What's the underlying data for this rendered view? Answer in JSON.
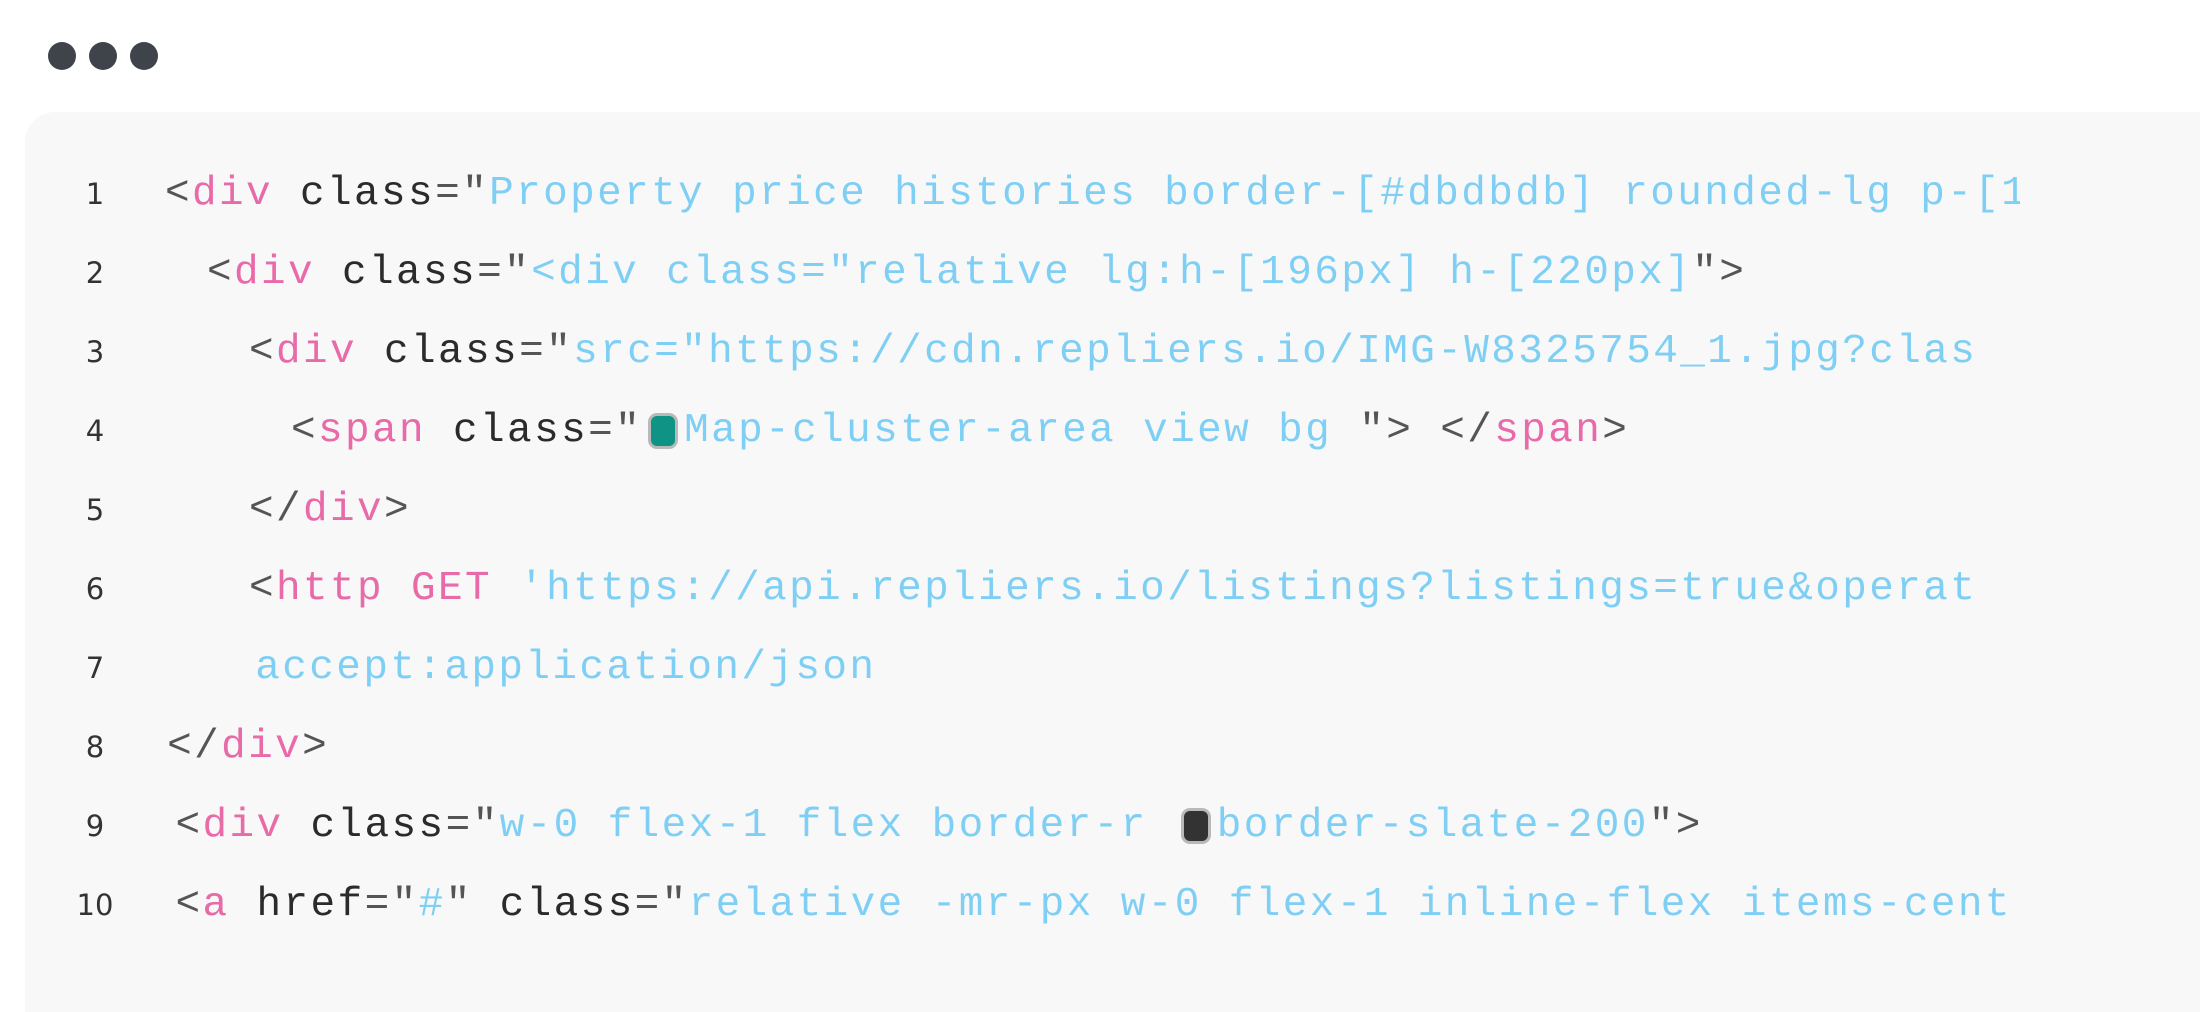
{
  "window": {
    "controls": [
      "dot",
      "dot",
      "dot"
    ]
  },
  "colors": {
    "tag": "#e86aa8",
    "string": "#7fcff5",
    "attr": "#2b2b2b",
    "punct": "#555555",
    "background": "#f8f8f8"
  },
  "code": {
    "lines": [
      {
        "number": "1",
        "indent": 0,
        "tokens": [
          {
            "type": "p",
            "text": "<"
          },
          {
            "type": "t",
            "text": "div"
          },
          {
            "type": "a",
            "text": " class"
          },
          {
            "type": "p",
            "text": "=\""
          },
          {
            "type": "s",
            "text": "Property price histories border-[#dbdbdb] rounded-lg p-[1"
          }
        ]
      },
      {
        "number": "2",
        "indent": 2,
        "tokens": [
          {
            "type": "p",
            "text": "<"
          },
          {
            "type": "t",
            "text": "div"
          },
          {
            "type": "a",
            "text": " class"
          },
          {
            "type": "p",
            "text": "=\""
          },
          {
            "type": "s",
            "text": "<div class=\"relative lg:h-[196px] h-[220px]"
          },
          {
            "type": "p",
            "text": "\">"
          }
        ]
      },
      {
        "number": "3",
        "indent": 4,
        "tokens": [
          {
            "type": "p",
            "text": "<"
          },
          {
            "type": "t",
            "text": "div"
          },
          {
            "type": "a",
            "text": " class"
          },
          {
            "type": "p",
            "text": "=\""
          },
          {
            "type": "s",
            "text": "src=\"https://cdn.repliers.io/IMG-W8325754_1.jpg?clas"
          }
        ]
      },
      {
        "number": "4",
        "indent": 6,
        "tokens": [
          {
            "type": "p",
            "text": "<"
          },
          {
            "type": "t",
            "text": "span"
          },
          {
            "type": "a",
            "text": " class"
          },
          {
            "type": "p",
            "text": "=\""
          },
          {
            "type": "sw",
            "color": "#0f9384"
          },
          {
            "type": "s",
            "text": "Map-cluster-area view bg "
          },
          {
            "type": "p",
            "text": "\"> </"
          },
          {
            "type": "t",
            "text": "span"
          },
          {
            "type": "p",
            "text": ">"
          }
        ]
      },
      {
        "number": "5",
        "indent": 4,
        "tokens": [
          {
            "type": "p",
            "text": "</"
          },
          {
            "type": "t",
            "text": "div"
          },
          {
            "type": "p",
            "text": ">"
          }
        ]
      },
      {
        "number": "6",
        "indent": 4,
        "tokens": [
          {
            "type": "p",
            "text": "<"
          },
          {
            "type": "t",
            "text": "http GET "
          },
          {
            "type": "s",
            "text": "'https://api.repliers.io/listings?listings=true&operat"
          }
        ]
      },
      {
        "number": "7",
        "indent": 4.3,
        "tokens": [
          {
            "type": "s",
            "text": "accept:application/json"
          }
        ]
      },
      {
        "number": "8",
        "indent": 0.1,
        "tokens": [
          {
            "type": "p",
            "text": "</"
          },
          {
            "type": "t",
            "text": "div"
          },
          {
            "type": "p",
            "text": ">"
          }
        ]
      },
      {
        "number": "9",
        "indent": 0.5,
        "tokens": [
          {
            "type": "p",
            "text": "<"
          },
          {
            "type": "t",
            "text": "div"
          },
          {
            "type": "a",
            "text": " class"
          },
          {
            "type": "p",
            "text": "=\""
          },
          {
            "type": "s",
            "text": "w-0 flex-1 flex border-r "
          },
          {
            "type": "sw",
            "color": "#333333"
          },
          {
            "type": "s",
            "text": "border-slate-200"
          },
          {
            "type": "p",
            "text": "\">"
          }
        ]
      },
      {
        "number": "10",
        "indent": 0.5,
        "tokens": [
          {
            "type": "p",
            "text": "<"
          },
          {
            "type": "t",
            "text": "a"
          },
          {
            "type": "a",
            "text": " href"
          },
          {
            "type": "p",
            "text": "=\""
          },
          {
            "type": "s",
            "text": "#"
          },
          {
            "type": "p",
            "text": "\""
          },
          {
            "type": "a",
            "text": " class"
          },
          {
            "type": "p",
            "text": "=\""
          },
          {
            "type": "s",
            "text": "relative -mr-px w-0 flex-1 inline-flex items-cent"
          }
        ]
      }
    ]
  }
}
